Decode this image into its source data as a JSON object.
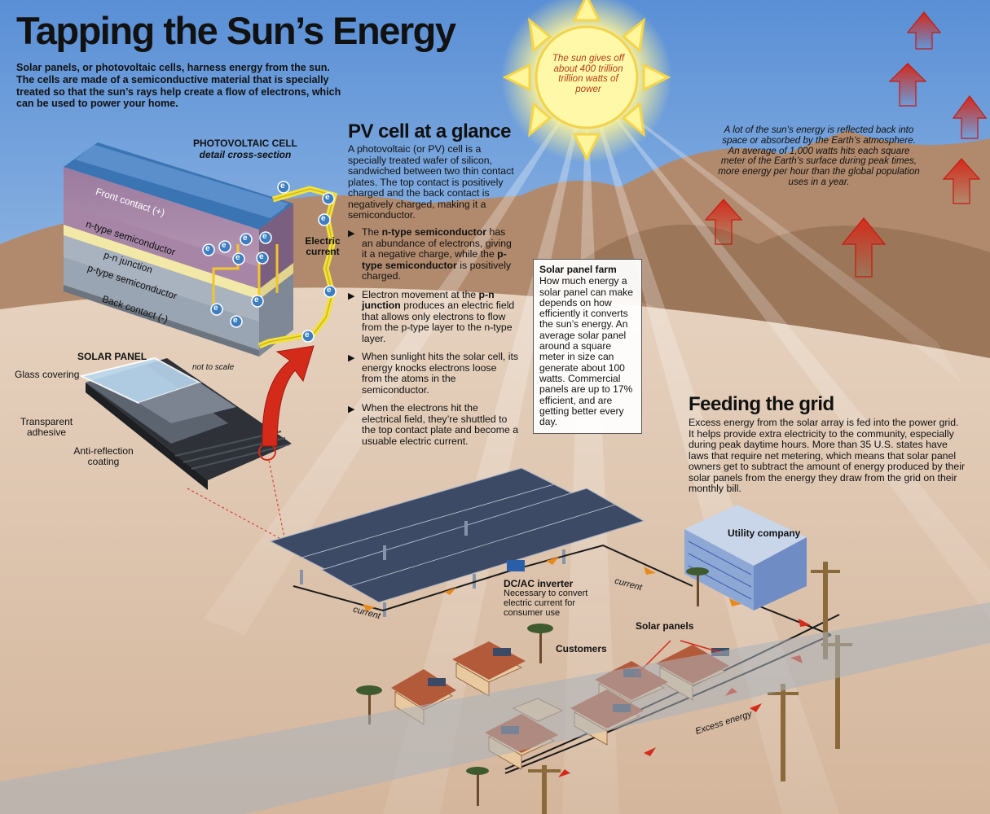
{
  "title": "Tapping the Sun’s Energy",
  "intro": "Solar panels, or photovoltaic cells, harness energy from the sun. The cells are made of a semiconductive material that is specially treated so that the sun’s rays help create a flow of electrons, which can be used to power your home.",
  "sun_callout": "The sun gives off about 400 trillion trillion watts of power",
  "reflection_note": "A lot of the sun’s energy is reflected back into space or absorbed by the Earth’s atmosphere. An average of 1,000 watts hits each square meter of the Earth’s surface during peak times, more energy per hour than the global population uses in a year.",
  "pv_cell": {
    "heading": "PHOTOVOLTAIC CELL",
    "subheading": "detail cross-section",
    "layers": [
      "Front contact (+)",
      "n-type semiconductor",
      "p-n junction",
      "p-type semiconductor",
      "Back contact (-)"
    ],
    "electron_symbol": "e",
    "electric_current_label": "Electric current",
    "not_to_scale": "not to scale"
  },
  "solar_panel": {
    "heading": "SOLAR PANEL",
    "labels": [
      "Glass covering",
      "Transparent adhesive",
      "Anti-reflection coating"
    ]
  },
  "pv_glance": {
    "title": "PV cell at a glance",
    "body": "A photovoltaic (or PV) cell is a specially treated wafer of silicon, sandwiched between two thin contact plates. The top contact is positively charged and the back contact is negatively charged, making it a semiconductor.",
    "bullets": [
      {
        "pre": "The ",
        "b1": "n-type semiconductor",
        "mid": " has an abundance of electrons, giving it a negative charge, while the ",
        "b2": "p-type semiconductor",
        "post": " is positively charged."
      },
      {
        "pre": "Electron movement at the ",
        "b1": "p-n junction",
        "mid": " produces an electric field that allows only electrons to flow from the p-type layer to the n-type layer.",
        "b2": "",
        "post": ""
      },
      {
        "pre": "When sunlight hits the solar cell, its energy knocks electrons loose from the atoms in the semiconductor.",
        "b1": "",
        "mid": "",
        "b2": "",
        "post": ""
      },
      {
        "pre": "When the electrons hit the electrical field, they’re shuttled to the top contact plate and become a usuable electric current.",
        "b1": "",
        "mid": "",
        "b2": "",
        "post": ""
      }
    ]
  },
  "solar_farm": {
    "heading": "Solar panel farm",
    "body": "How much energy a solar panel can make depends on how efficiently it converts the sun’s energy. An average solar panel around a square meter in size can generate about 100 watts. Commercial panels are up to 17% efficient, and are getting better every day."
  },
  "grid": {
    "title": "Feeding the grid",
    "body": "Excess energy from the solar array is fed into the power grid. It helps provide extra electricity to the community, especially during peak daytime hours. More than 35 U.S. states have laws that require net metering, which means that solar panel owners get to subtract the amount of energy produced by their solar panels from the energy they draw from the grid on their monthly bill."
  },
  "scene_labels": {
    "inverter": "DC/AC inverter",
    "inverter_note": "Necessary to convert electric current for consumer use",
    "current": "current",
    "utility": "Utility company",
    "customers": "Customers",
    "solar_panels": "Solar panels",
    "excess_energy": "Excess energy"
  },
  "colors": {
    "sky_top": "#5a8fd6",
    "sky_horizon": "#d9e7f2",
    "desert": "#dcc3ad",
    "mountain": "#b18a6d",
    "sun": "#fff59a",
    "arrow_red": "#d42a1a",
    "current_yellow": "#f2e23a",
    "electron_blue": "#3c7ec0",
    "layer_front": "#9a7a9e",
    "layer_n": "#a785a6",
    "layer_p": "#a9b3c0",
    "layer_junction": "#f2e8a8"
  }
}
